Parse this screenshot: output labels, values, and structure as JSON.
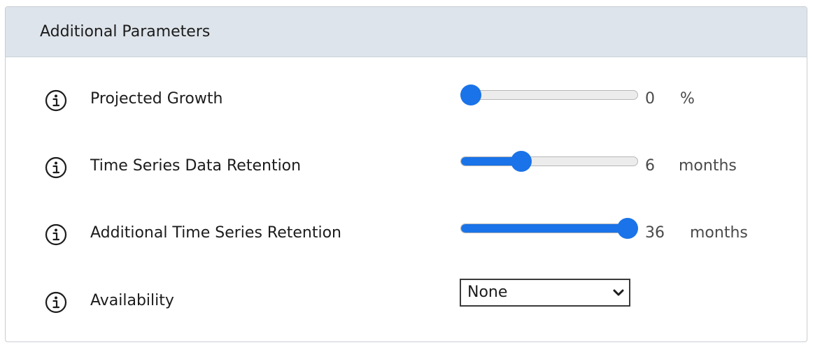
{
  "panel": {
    "title": "Additional Parameters"
  },
  "icons": {
    "info": "info-circle-icon",
    "chevron": "chevron-down-icon"
  },
  "colors": {
    "accent": "#1a73e8",
    "header_bg": "#dde4eb",
    "track_bg": "#ececec"
  },
  "params": [
    {
      "label": "Projected Growth",
      "type": "slider",
      "value": "0",
      "unit": "%",
      "fraction": 0.0
    },
    {
      "label": "Time Series Data Retention",
      "type": "slider",
      "value": "6",
      "unit": "months",
      "fraction": 0.32
    },
    {
      "label": "Additional Time Series Retention",
      "type": "slider",
      "value": "36",
      "unit": "months",
      "fraction": 1.0
    },
    {
      "label": "Availability",
      "type": "select",
      "value": "None"
    }
  ]
}
